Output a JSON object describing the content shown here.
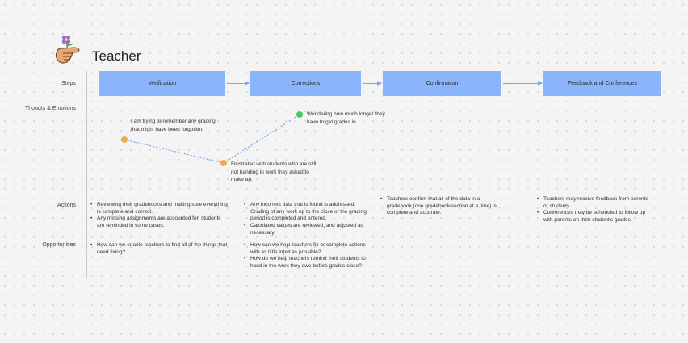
{
  "title": "Teacher",
  "row_labels": {
    "steps": "Steps",
    "thoughts": "Thougts & Emotions",
    "actions": "Actions",
    "opportunities": "Opportunities"
  },
  "steps": [
    "Verification",
    "Corrections",
    "Confirmation",
    "Feedback and Conferences"
  ],
  "thoughts": [
    {
      "text": "I am trying to remember any grading that might have been forgotten.",
      "color": "#f0a848"
    },
    {
      "text": "Frustrated with students who are still not handing in work they asked to make up.",
      "color": "#f0a848"
    },
    {
      "text": "Wondering how much longer they have to get grades in.",
      "color": "#45c966"
    }
  ],
  "actions": [
    [
      "Reviewing their gradebooks and making sure everything is complete and correct.",
      "Any missing assignments are accounted for, students are reminded in some cases."
    ],
    [
      "Any incorrect data that is found is addressed.",
      "Grading of any work up to the close of the grading period is completed and entered.",
      "Calculated values are reviewed, and adjusted as necessary."
    ],
    [
      "Teachers confirm that all of the data in a gradebook (one gradebook/section at a time) is complete and accurate."
    ],
    [
      "Teachers may receive feedback from parents or students.",
      "Conferences may be scheduled to follow up with parents on their student's grades."
    ]
  ],
  "opportunities": [
    [
      "How can we enable teachers to find all of the things that need fixing?"
    ],
    [
      "How can we help teachers fix or complete actions with as little input as possible?",
      "How do we help teachers remind their students to hand in the work they owe before grades close?"
    ],
    [],
    []
  ],
  "colors": {
    "step": "#8ab5fb",
    "arrow": "#7aa8f0",
    "connector": "#5a9be8",
    "divider": "#c9c9c9"
  },
  "icons": {
    "persona": "hand-holding-flower-icon"
  }
}
